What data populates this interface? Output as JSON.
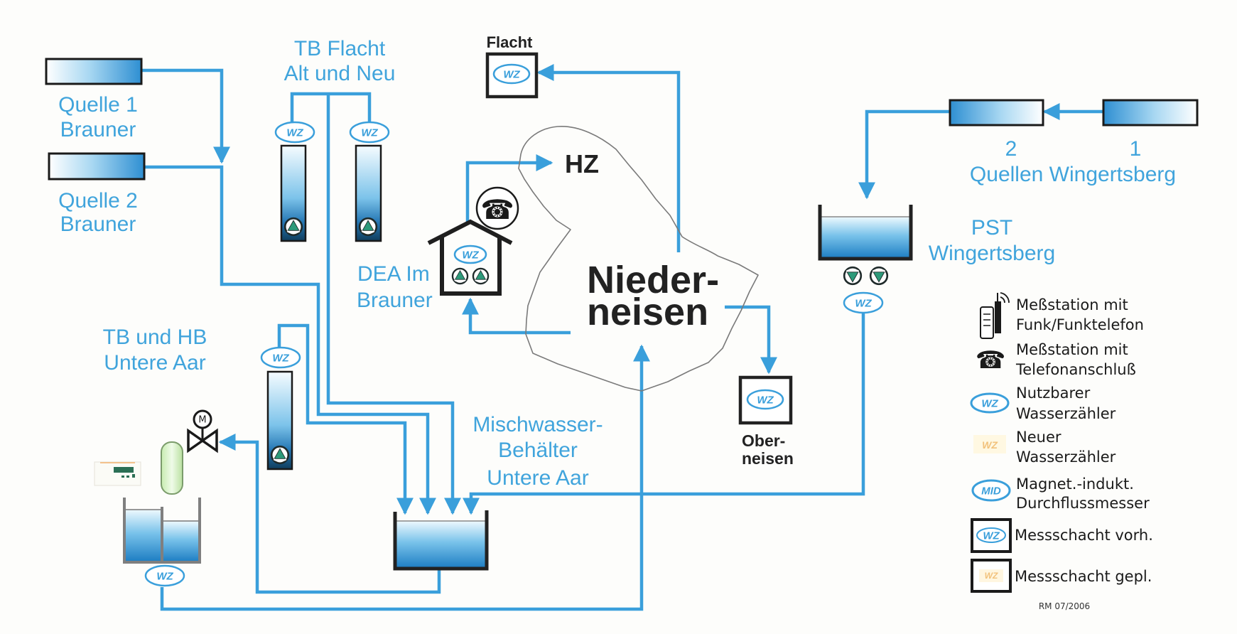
{
  "colors": {
    "pipe": "#3a9fdb",
    "label": "#40a4dc",
    "outline": "#222222",
    "boundary": "#7a7a7a"
  },
  "symbols": {
    "meter": "WZ",
    "mid": "MID",
    "phone_glyph": "☎",
    "motor": "M"
  },
  "labels": {
    "quelle1": {
      "line1": "Quelle 1",
      "line2": "Brauner"
    },
    "quelle2": {
      "line1": "Quelle 2",
      "line2": "Brauner"
    },
    "tb_flacht": {
      "line1": "TB Flacht",
      "line2": "Alt und Neu"
    },
    "flacht": "Flacht",
    "hz": "HZ",
    "dea": {
      "line1": "DEA Im",
      "line2": "Brauner"
    },
    "niederneisen": {
      "line1": "Nieder-",
      "line2": "neisen"
    },
    "oberneisen": {
      "line1": "Ober-",
      "line2": "neisen"
    },
    "quellen_wingertsberg": {
      "num_left": "2",
      "num_right": "1",
      "name": "Quellen Wingertsberg"
    },
    "pst": {
      "line1": "PST",
      "line2": "Wingertsberg"
    },
    "tb_hb": {
      "line1": "TB und HB",
      "line2": "Untere Aar"
    },
    "mischwasser": {
      "line1": "Mischwasser-",
      "line2": "Behälter",
      "line3": "Untere Aar"
    }
  },
  "legend": {
    "items": [
      {
        "icon": "radio-phone-icon",
        "line1": "Meßstation mit",
        "line2": "Funk/Funktelefon"
      },
      {
        "icon": "telephone-icon",
        "line1": "Meßstation mit",
        "line2": "Telefonanschluß"
      },
      {
        "icon": "water-meter-icon",
        "symbol": "WZ",
        "line1": "Nutzbarer",
        "line2": "Wasserzähler"
      },
      {
        "icon": "new-water-meter-icon",
        "symbol": "WZ",
        "line1": "Neuer",
        "line2": "Wasserzähler"
      },
      {
        "icon": "mid-flowmeter-icon",
        "symbol": "MID",
        "line1": "Magnet.-indukt.",
        "line2": "Durchflussmesser"
      },
      {
        "icon": "measuring-shaft-existing-icon",
        "symbol": "WZ",
        "line1": "Messschacht vorh."
      },
      {
        "icon": "measuring-shaft-planned-icon",
        "symbol": "WZ",
        "line1": "Messschacht gepl."
      }
    ],
    "footer": "RM 07/2006"
  }
}
